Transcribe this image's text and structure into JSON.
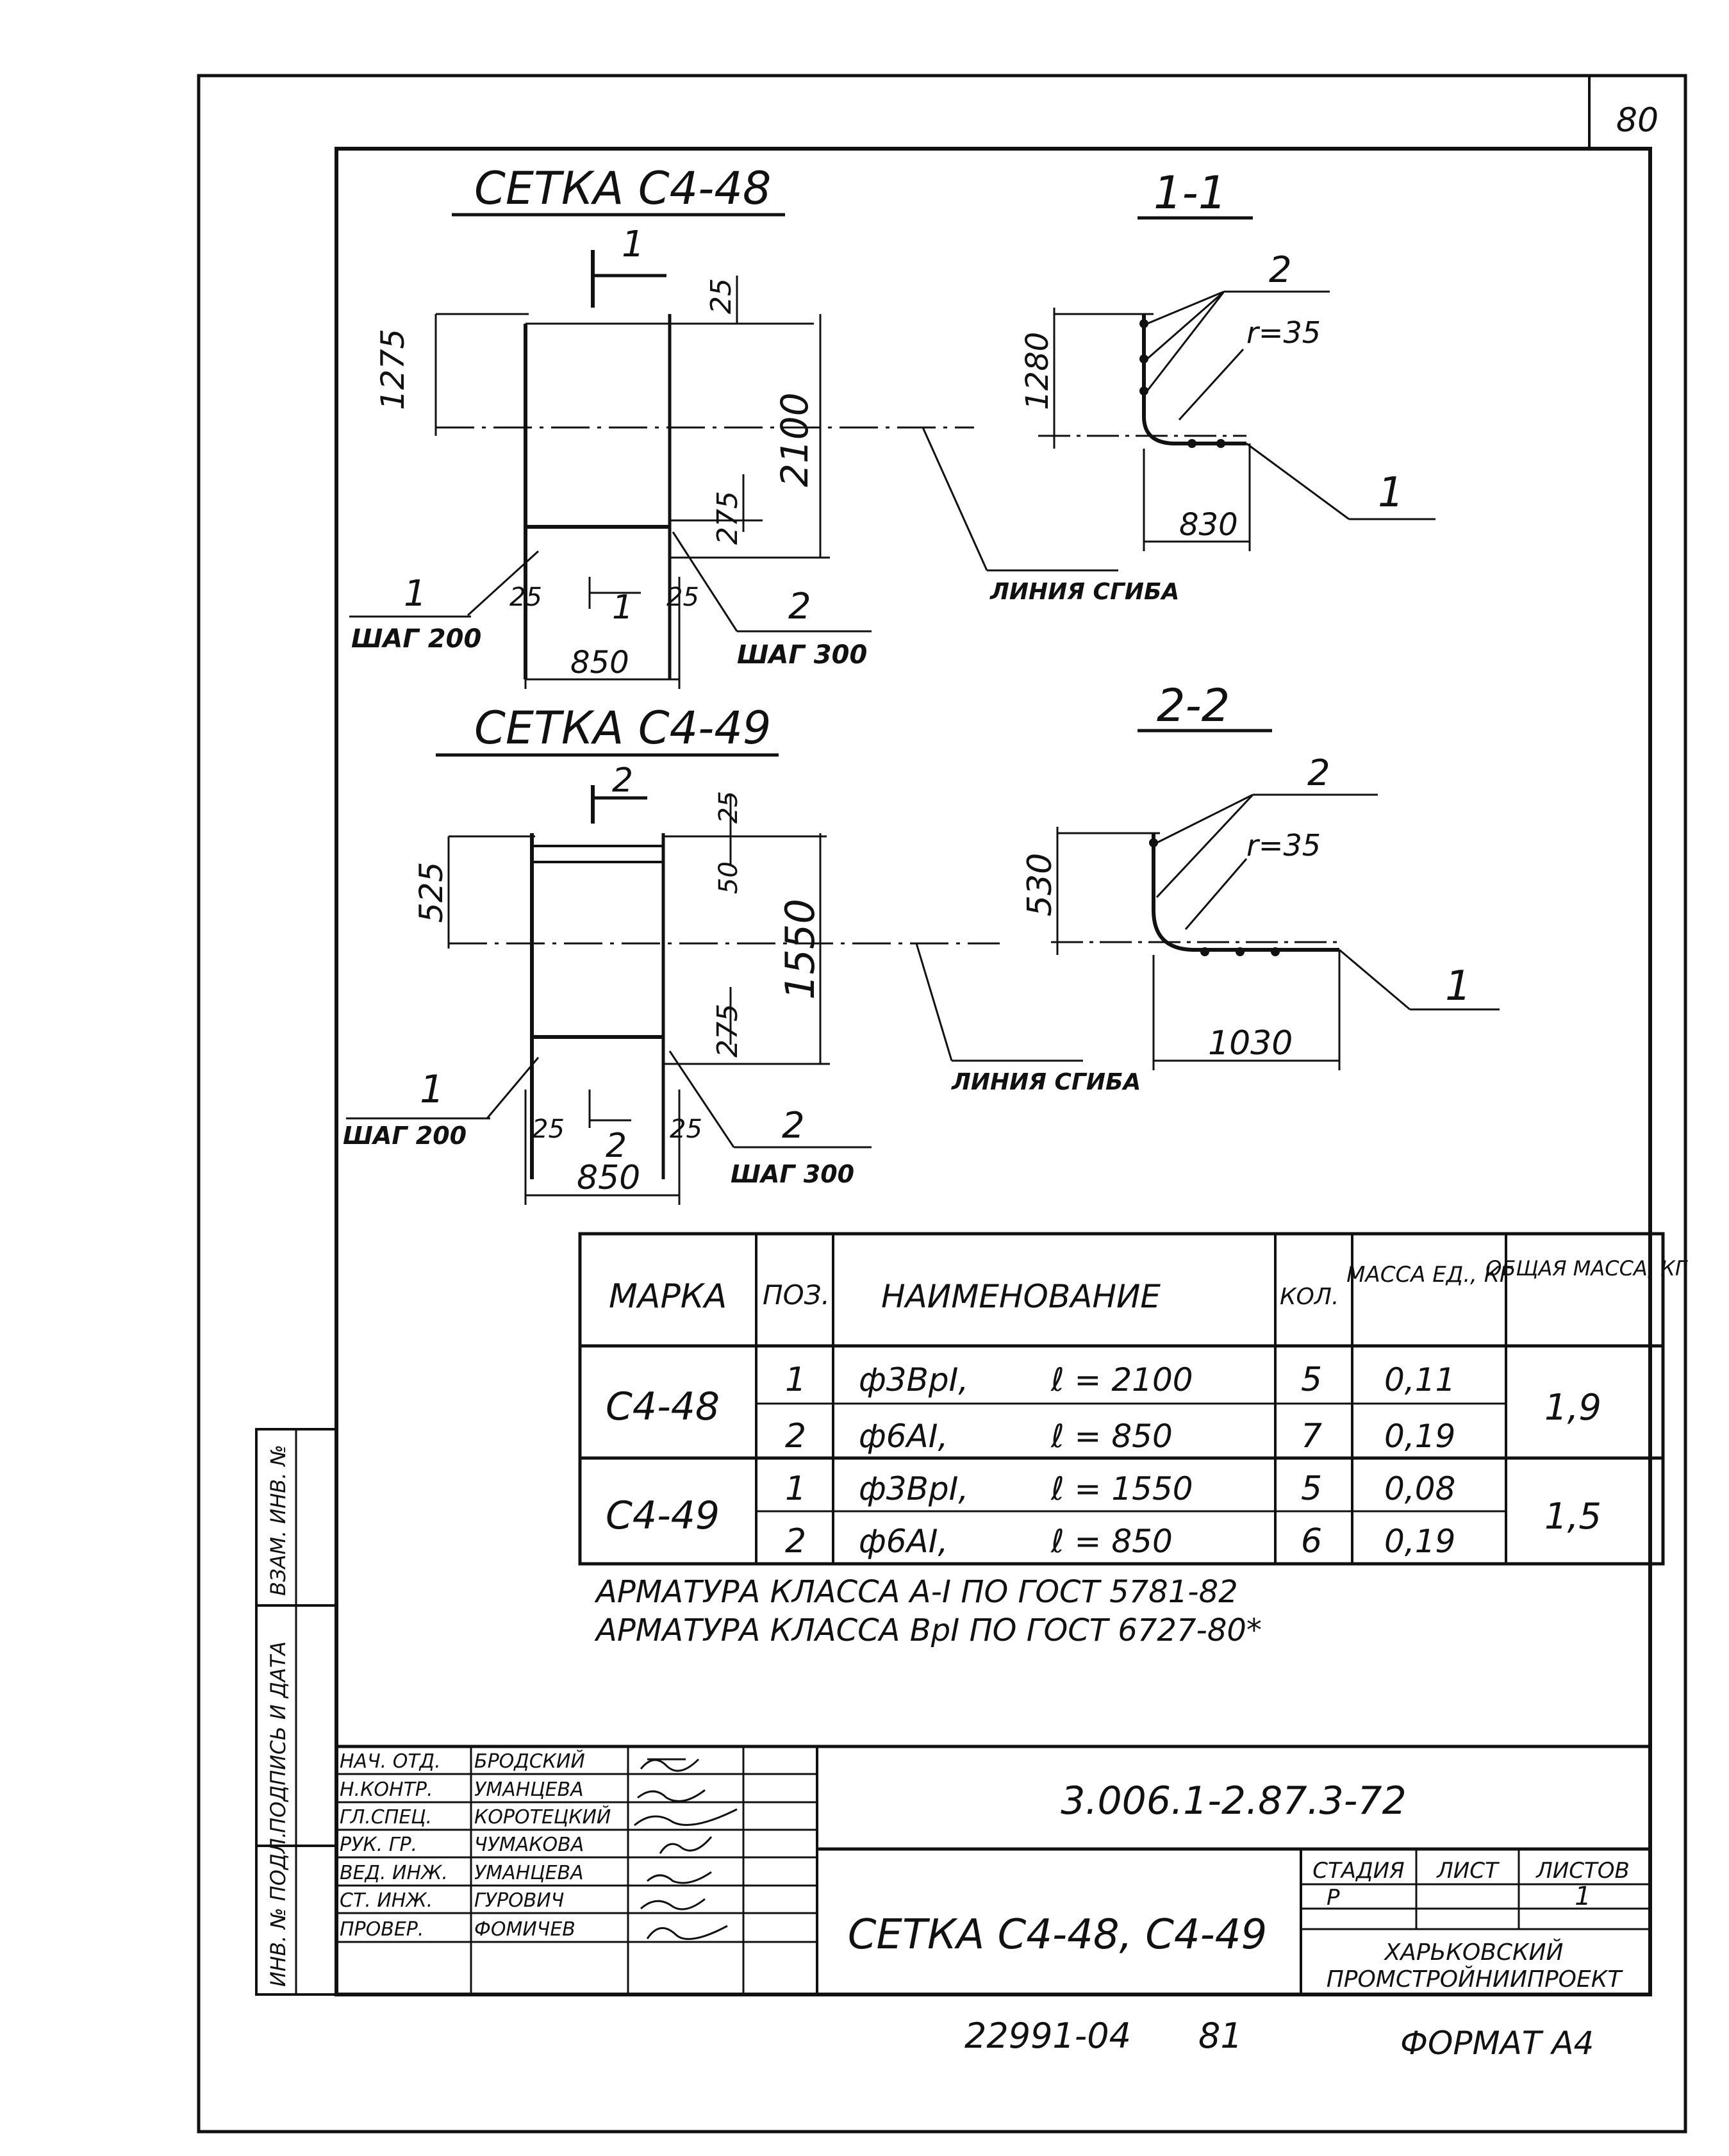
{
  "sheet_number": "80",
  "drawing_a": {
    "title": "СЕТКА С4-48",
    "section_mark": "1",
    "dims": {
      "d1275": "1275",
      "d25_top": "25",
      "d2100": "2100",
      "d275": "275",
      "d25_left": "25",
      "d25_right": "25",
      "d850": "850"
    },
    "pos1_label": "1",
    "pos1_step": "ШАГ 200",
    "pos2_label": "2",
    "pos2_step": "ШАГ 300",
    "bend_line": "ЛИНИЯ СГИБА"
  },
  "section_a": {
    "title": "1-1",
    "pos2": "2",
    "radius": "r=35",
    "d1280": "1280",
    "d830": "830",
    "pos1": "1"
  },
  "drawing_b": {
    "title": "СЕТКА С4-49",
    "section_mark": "2",
    "dims": {
      "d525": "525",
      "d25_top": "25",
      "d50": "50",
      "d1550": "1550",
      "d275": "275",
      "d25_left": "25",
      "d25_right": "25",
      "d850": "850"
    },
    "pos1_label": "1",
    "pos1_step": "ШАГ 200",
    "pos2_label": "2",
    "pos2_step": "ШАГ 300",
    "bend_line": "ЛИНИЯ СГИБА"
  },
  "section_b": {
    "title": "2-2",
    "pos2": "2",
    "radius": "r=35",
    "d530": "530",
    "d1030": "1030",
    "pos1": "1"
  },
  "spec_table": {
    "headers": [
      "МАРКА",
      "ПОЗ.",
      "НАИМЕНОВАНИЕ",
      "КОЛ.",
      "МАССА ЕД., КГ",
      "ОБЩАЯ МАССА, КГ"
    ],
    "groups": [
      {
        "mark": "С4-48",
        "total": "1,9",
        "rows": [
          {
            "pos": "1",
            "name": "ф3ВрI,",
            "len": "ℓ = 2100",
            "qty": "5",
            "mass": "0,11"
          },
          {
            "pos": "2",
            "name": "ф6АI,",
            "len": "ℓ = 850",
            "qty": "7",
            "mass": "0,19"
          }
        ]
      },
      {
        "mark": "С4-49",
        "total": "1,5",
        "rows": [
          {
            "pos": "1",
            "name": "ф3ВрI,",
            "len": "ℓ = 1550",
            "qty": "5",
            "mass": "0,08"
          },
          {
            "pos": "2",
            "name": "ф6АI,",
            "len": "ℓ = 850",
            "qty": "6",
            "mass": "0,19"
          }
        ]
      }
    ]
  },
  "notes": [
    "АРМАТУРА КЛАССА А-I ПО ГОСТ 5781-82",
    "АРМАТУРА КЛАССА ВрI ПО ГОСТ 6727-80*"
  ],
  "side_labels": [
    "ВЗАМ. ИНВ. №",
    "ПОДПИСЬ И ДАТА",
    "ИНВ. № ПОДЛ."
  ],
  "title_block": {
    "signers": [
      {
        "role": "НАЧ. ОТД.",
        "name": "БРОДСКИЙ"
      },
      {
        "role": "Н.КОНТР.",
        "name": "УМАНЦЕВА"
      },
      {
        "role": "ГЛ.СПЕЦ.",
        "name": "КОРОТЕЦКИЙ"
      },
      {
        "role": "РУК. ГР.",
        "name": "ЧУМАКОВА"
      },
      {
        "role": "ВЕД. ИНЖ.",
        "name": "УМАНЦЕВА"
      },
      {
        "role": "СТ. ИНЖ.",
        "name": "ГУРОВИЧ"
      },
      {
        "role": "ПРОВЕР.",
        "name": "ФОМИЧЕВ"
      }
    ],
    "doc_code": "3.006.1-2.87.3-72",
    "doc_title": "СЕТКА С4-48, С4-49",
    "stage_label": "СТАДИЯ",
    "sheet_label": "ЛИСТ",
    "sheets_label": "ЛИСТОВ",
    "stage": "Р",
    "sheet": "",
    "sheets": "1",
    "org_line1": "ХАРЬКОВСКИЙ",
    "org_line2": "ПРОМСТРОЙНИИПРОЕКТ"
  },
  "footer": {
    "inventory": "22991-04",
    "page": "81",
    "format": "ФОРМАТ А4"
  }
}
